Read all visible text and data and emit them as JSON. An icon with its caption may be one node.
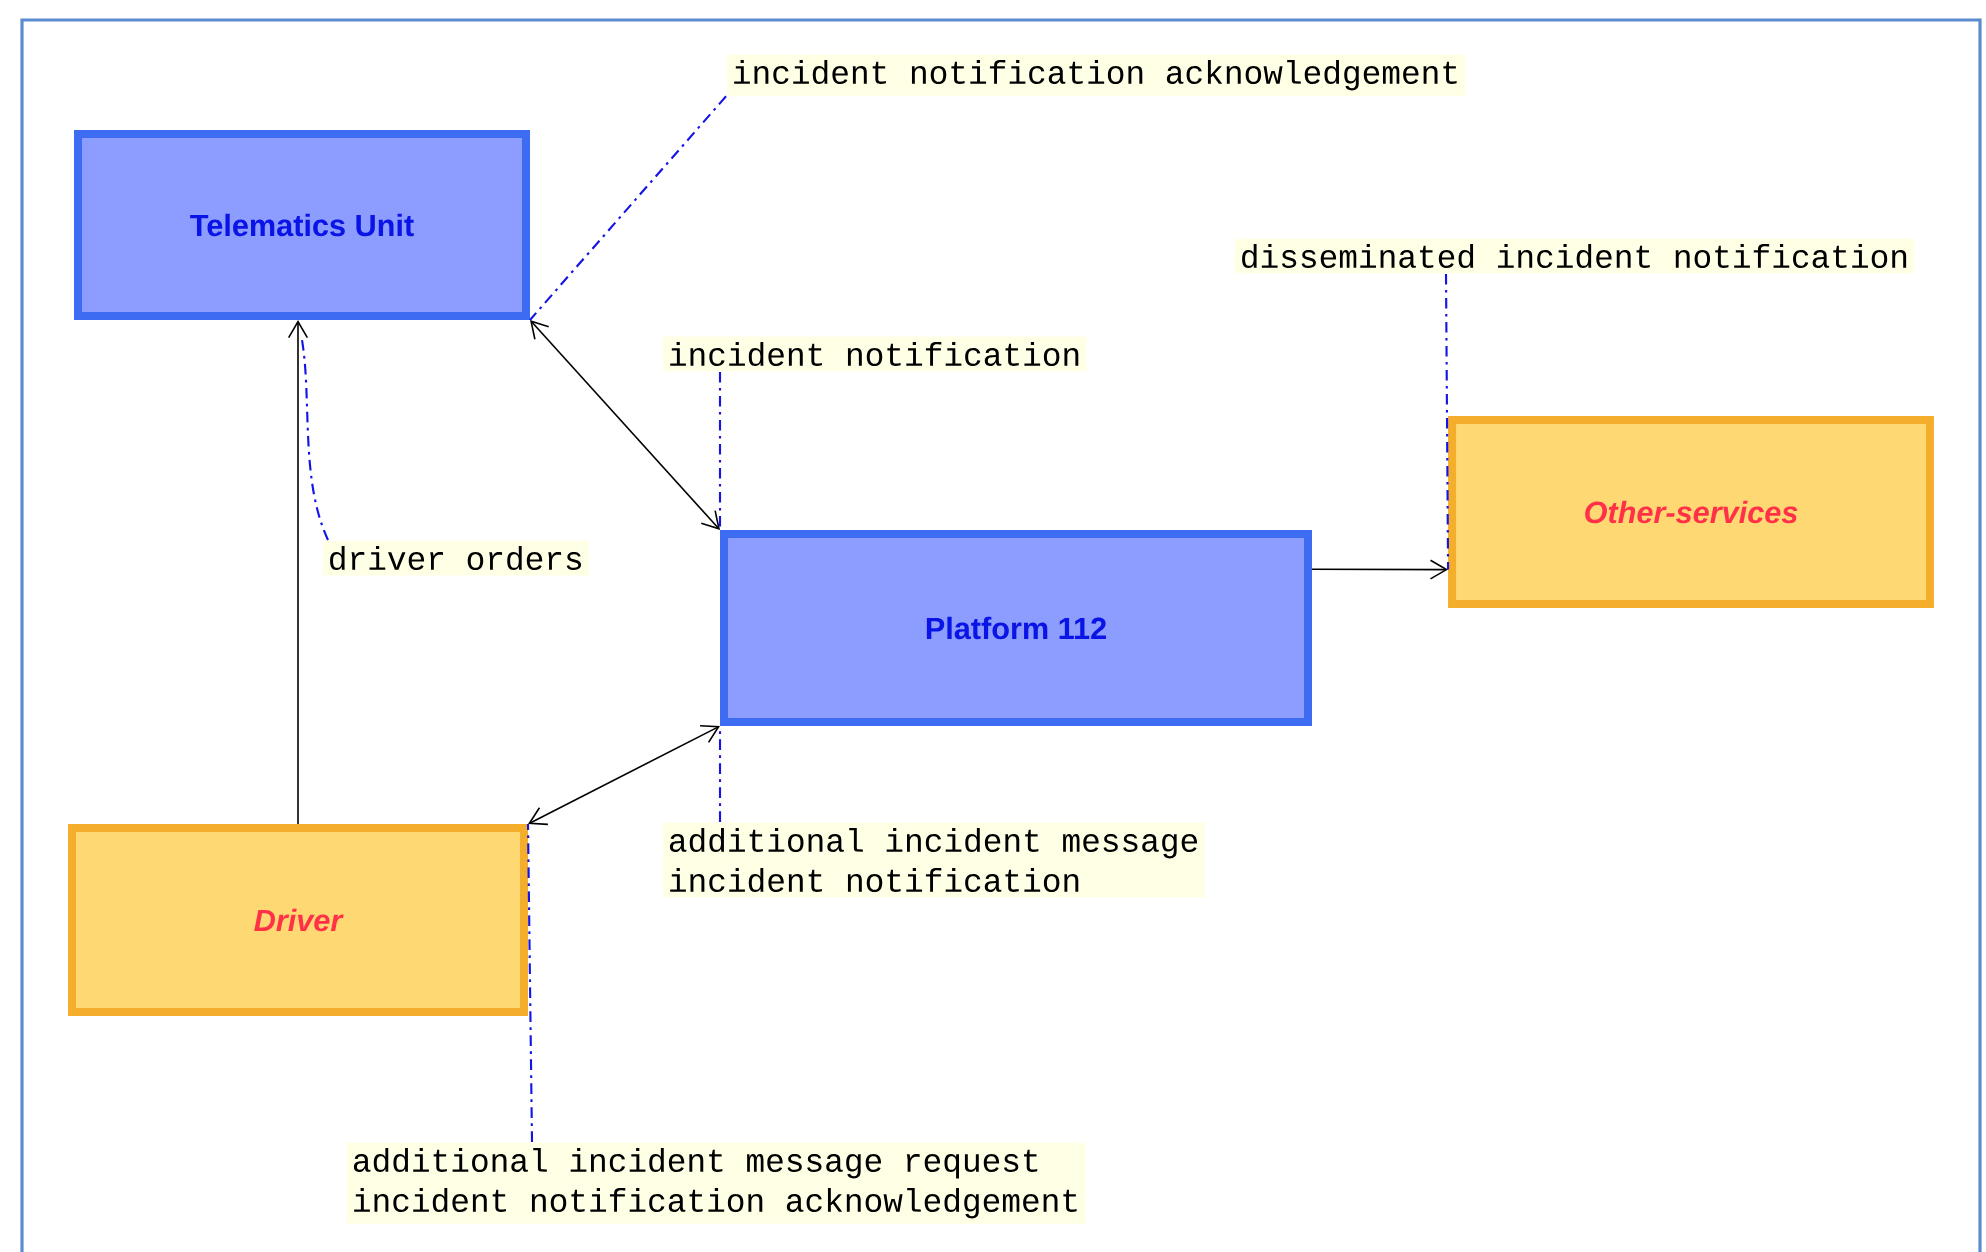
{
  "diagram": {
    "nodes": [
      {
        "text": [
          "Telematics Unit"
        ]
      },
      {
        "text": [
          "Platform 112"
        ]
      },
      {
        "text": [
          "Other-services"
        ]
      },
      {
        "text": [
          "Driver"
        ]
      },
      {
        "text": [
          "incident notification acknowledgement"
        ]
      },
      {
        "text": [
          "disseminated incident notification"
        ]
      },
      {
        "text": [
          "incident notification"
        ]
      },
      {
        "text": [
          "driver orders"
        ]
      },
      {
        "text": [
          "additional incident message",
          "incident notification"
        ]
      },
      {
        "text": [
          "additional incident message request",
          "incident notification acknowledgement"
        ]
      }
    ],
    "edges": [
      {
        "from": 3,
        "to": 0,
        "arrow": "to",
        "color": "#000000"
      },
      {
        "from": 0,
        "to": 1,
        "arrow": "both",
        "color": "#000000"
      },
      {
        "from": 3,
        "to": 1,
        "arrow": "both",
        "color": "#000000"
      },
      {
        "from": 1,
        "to": 2,
        "arrow": "to",
        "color": "#000000"
      },
      {
        "from": 4,
        "to": 0,
        "arrow": "none",
        "style": "dashed",
        "color": "#1414e6"
      },
      {
        "from": 5,
        "to": 2,
        "arrow": "none",
        "style": "dashed",
        "color": "#1414e6"
      },
      {
        "from": 6,
        "to": 1,
        "arrow": "none",
        "style": "dashed",
        "color": "#1414e6"
      },
      {
        "from": 7,
        "to": null,
        "arrow": "none",
        "style": "dashed",
        "color": "#1414e6"
      },
      {
        "from": 8,
        "to": 1,
        "arrow": "none",
        "style": "dashed",
        "color": "#1414e6"
      },
      {
        "from": 9,
        "to": 3,
        "arrow": "none",
        "style": "dashed",
        "color": "#1414e6"
      }
    ]
  }
}
